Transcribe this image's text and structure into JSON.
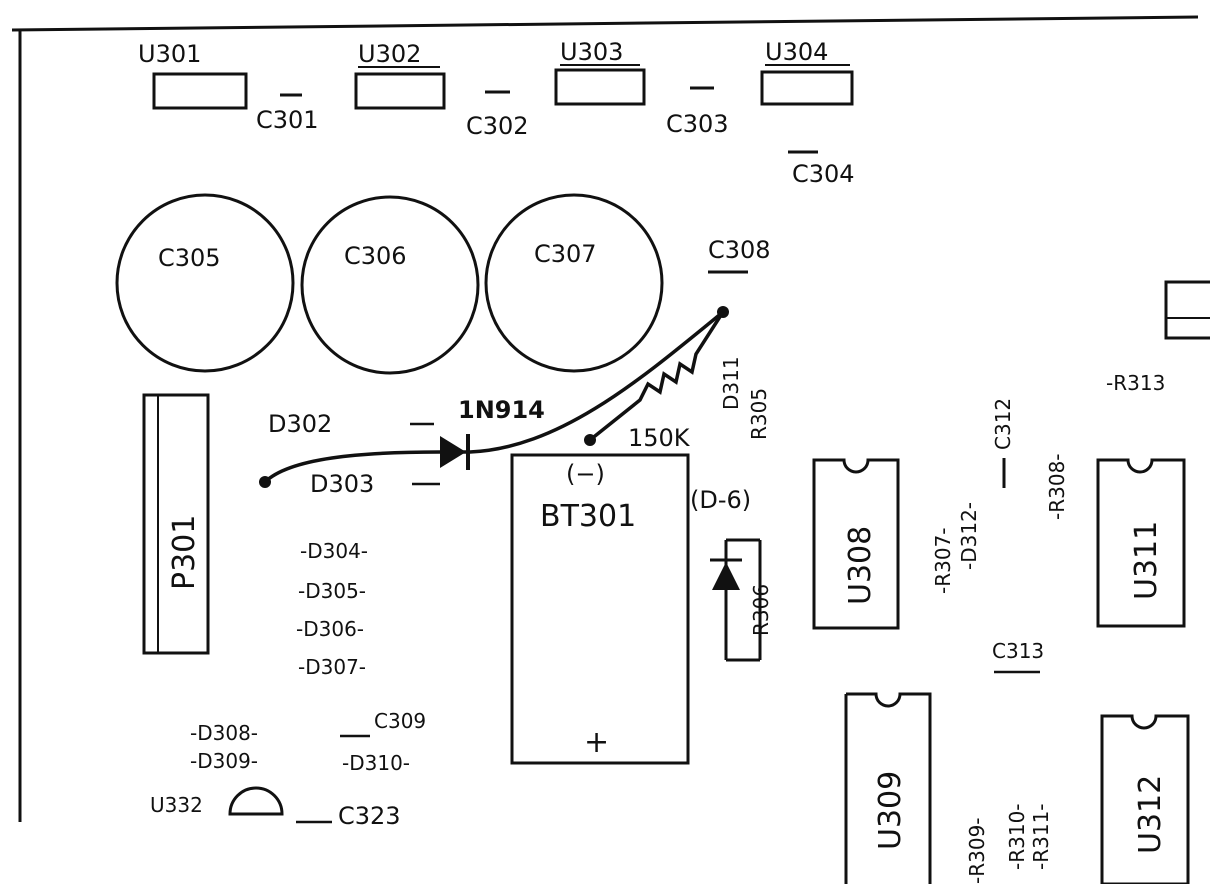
{
  "ics_top": [
    "U301",
    "U302",
    "U303",
    "U304"
  ],
  "caps_top": [
    "C301",
    "C302",
    "C303",
    "C304"
  ],
  "big_caps": [
    "C305",
    "C306",
    "C307"
  ],
  "c308": "C308",
  "d311": "D311",
  "r305": "R305",
  "d302": "D302",
  "in914": "1N914",
  "res_value": "150K",
  "d303": "D303",
  "p301": "P301",
  "bt301": "BT301",
  "bt_minus": "(−)",
  "bt_plus": "+",
  "d6": "(D-6)",
  "r306": "R306",
  "diodes_col": [
    "D304",
    "D305",
    "D306",
    "D307"
  ],
  "d308": "D308",
  "d309": "D309",
  "c309": "C309",
  "d310": "D310",
  "u332": "U332",
  "c323": "C323",
  "u308": "U308",
  "r307": "R307",
  "d312": "D312",
  "c312": "C312",
  "r308": "R308",
  "u311": "U311",
  "r313": "R313",
  "c313": "C313",
  "u309": "U309",
  "r309": "R309",
  "r310": "R310",
  "r311": "R311",
  "u312": "U312"
}
